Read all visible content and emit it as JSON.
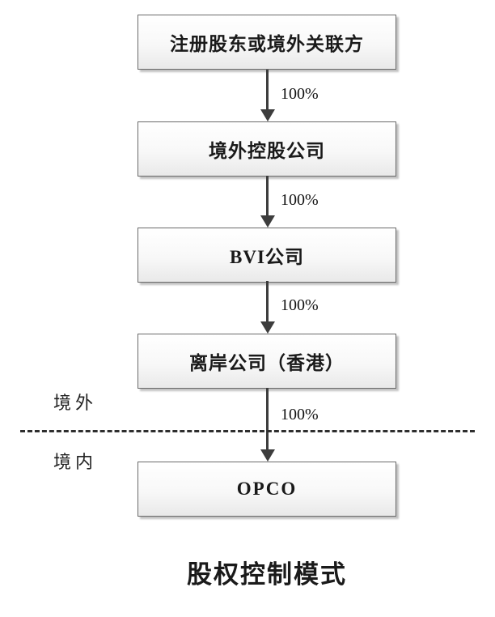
{
  "diagram": {
    "title": "股权控制模式",
    "region_labels": {
      "outside": "境外",
      "inside": "境内"
    },
    "nodes": [
      {
        "id": "registered-shareholders",
        "label": "注册股东或境外关联方"
      },
      {
        "id": "offshore-holding-company",
        "label": "境外控股公司"
      },
      {
        "id": "bvi-company",
        "label": "BVI公司"
      },
      {
        "id": "offshore-company-hk",
        "label": "离岸公司（香港）"
      },
      {
        "id": "opco",
        "label": "OPCO"
      }
    ],
    "edges": [
      {
        "from": "registered-shareholders",
        "to": "offshore-holding-company",
        "label": "100%"
      },
      {
        "from": "offshore-holding-company",
        "to": "bvi-company",
        "label": "100%"
      },
      {
        "from": "bvi-company",
        "to": "offshore-company-hk",
        "label": "100%"
      },
      {
        "from": "offshore-company-hk",
        "to": "opco",
        "label": "100%"
      }
    ],
    "colors": {
      "arrow": "#3d3d3d",
      "box_border": "#6a6a6a",
      "box_fill_top": "#ffffff",
      "box_fill_bottom": "#e9e9e9",
      "box_shadow": "#c2c2c2",
      "text": "#1a1a1a",
      "background": "#ffffff"
    }
  }
}
